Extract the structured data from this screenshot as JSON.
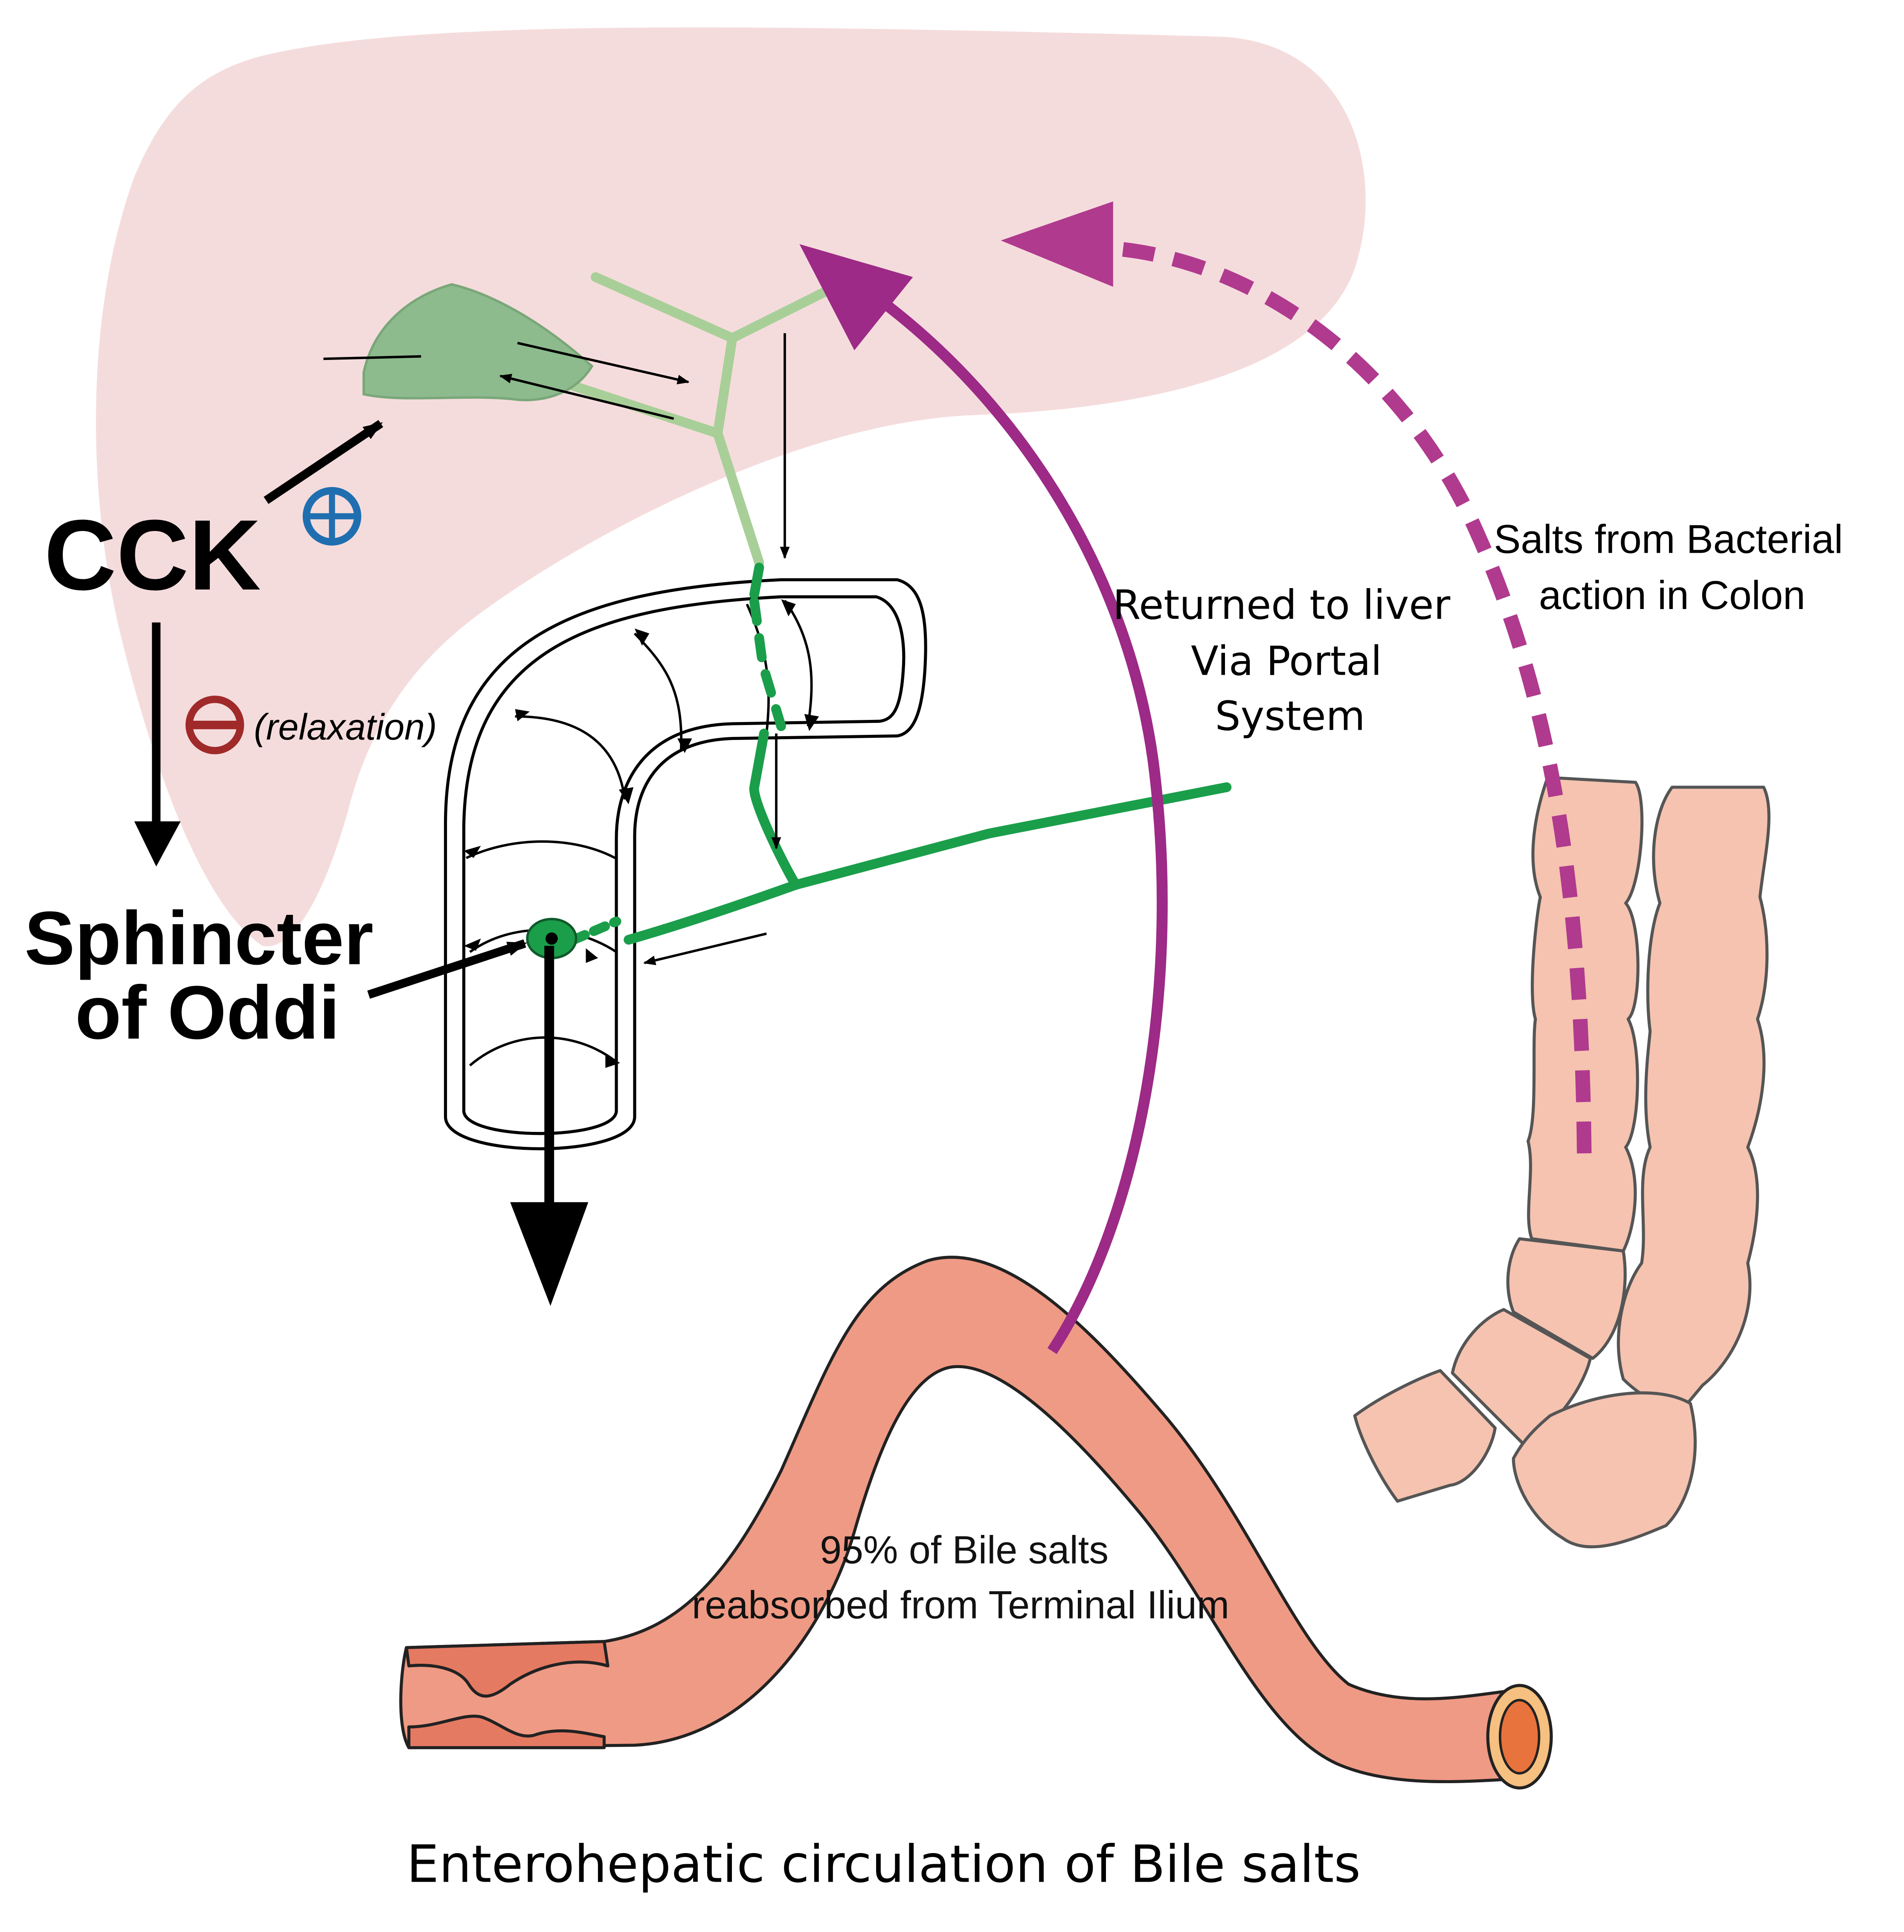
{
  "labels": {
    "cck": "CCK",
    "relaxation": "(relaxation)",
    "sphincter_line1": "Sphincter",
    "sphincter_line2": "of Oddi",
    "returned_line1": "Returned to liver",
    "returned_line2": "Via Portal",
    "returned_line3": "System",
    "bacterial_line1": "Salts from Bacterial",
    "bacterial_line2": "action in Colon",
    "reabsorbed_line1": "95% of Bile salts",
    "reabsorbed_line2": "reabsorbed from Terminal Ilium",
    "caption": "Enterohepatic circulation of Bile salts"
  },
  "colors": {
    "liver": "#f5dcdc",
    "gallbladder": "#8dbb8d",
    "bile_duct_light": "#a8cf98",
    "bile_duct": "#1a9e4a",
    "portal_arrow": "#9c2a86",
    "colon_arrow": "#b03a8e",
    "ileum": "#ef9a84",
    "ileum_dark": "#e57a62",
    "ileum_lumen": "#e8733c",
    "colon": "#f5c3b0",
    "plus_sign": "#1f6fb0",
    "minus_sign": "#a02a2a"
  },
  "icons": {
    "stimulation": "plus-circle-icon",
    "inhibition": "minus-circle-icon"
  }
}
